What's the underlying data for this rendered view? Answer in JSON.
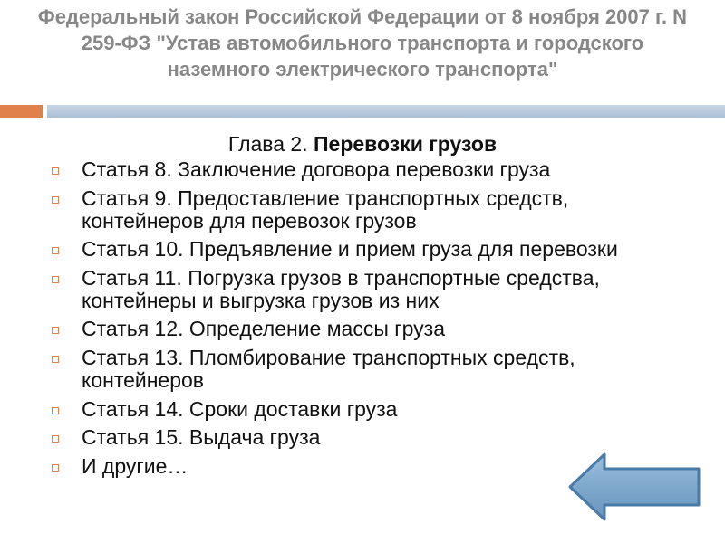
{
  "title": "Федеральный закон Российской Федерации от 8 ноября 2007 г. N 259-ФЗ \"Устав автомобильного транспорта и городского наземного электрического транспорта\"",
  "chapter": {
    "prefix": "Глава 2. ",
    "name": "Перевозки грузов"
  },
  "items": [
    "Статья 8. Заключение договора перевозки груза",
    "Статья 9. Предоставление транспортных средств, контейнеров для перевозок грузов",
    "Статья 10. Предъявление и прием груза для перевозки",
    "Статья 11. Погрузка грузов в транспортные средства, контейнеры и выгрузка грузов из них",
    "Статья 12. Определение массы груза",
    "Статья 13. Пломбирование транспортных средств, контейнеров",
    "Статья 14. Сроки доставки груза",
    "Статья 15. Выдача груза",
    "И другие…"
  ],
  "colors": {
    "title": "#878787",
    "accent_orange": "#e0814c",
    "accent_blue": "#a9bfd5",
    "arrow_fill": "#7ea8cc",
    "arrow_stroke": "#4a7aa7"
  },
  "icons": {
    "bullet": "square-outline-bullet-icon",
    "back": "left-arrow-icon"
  }
}
